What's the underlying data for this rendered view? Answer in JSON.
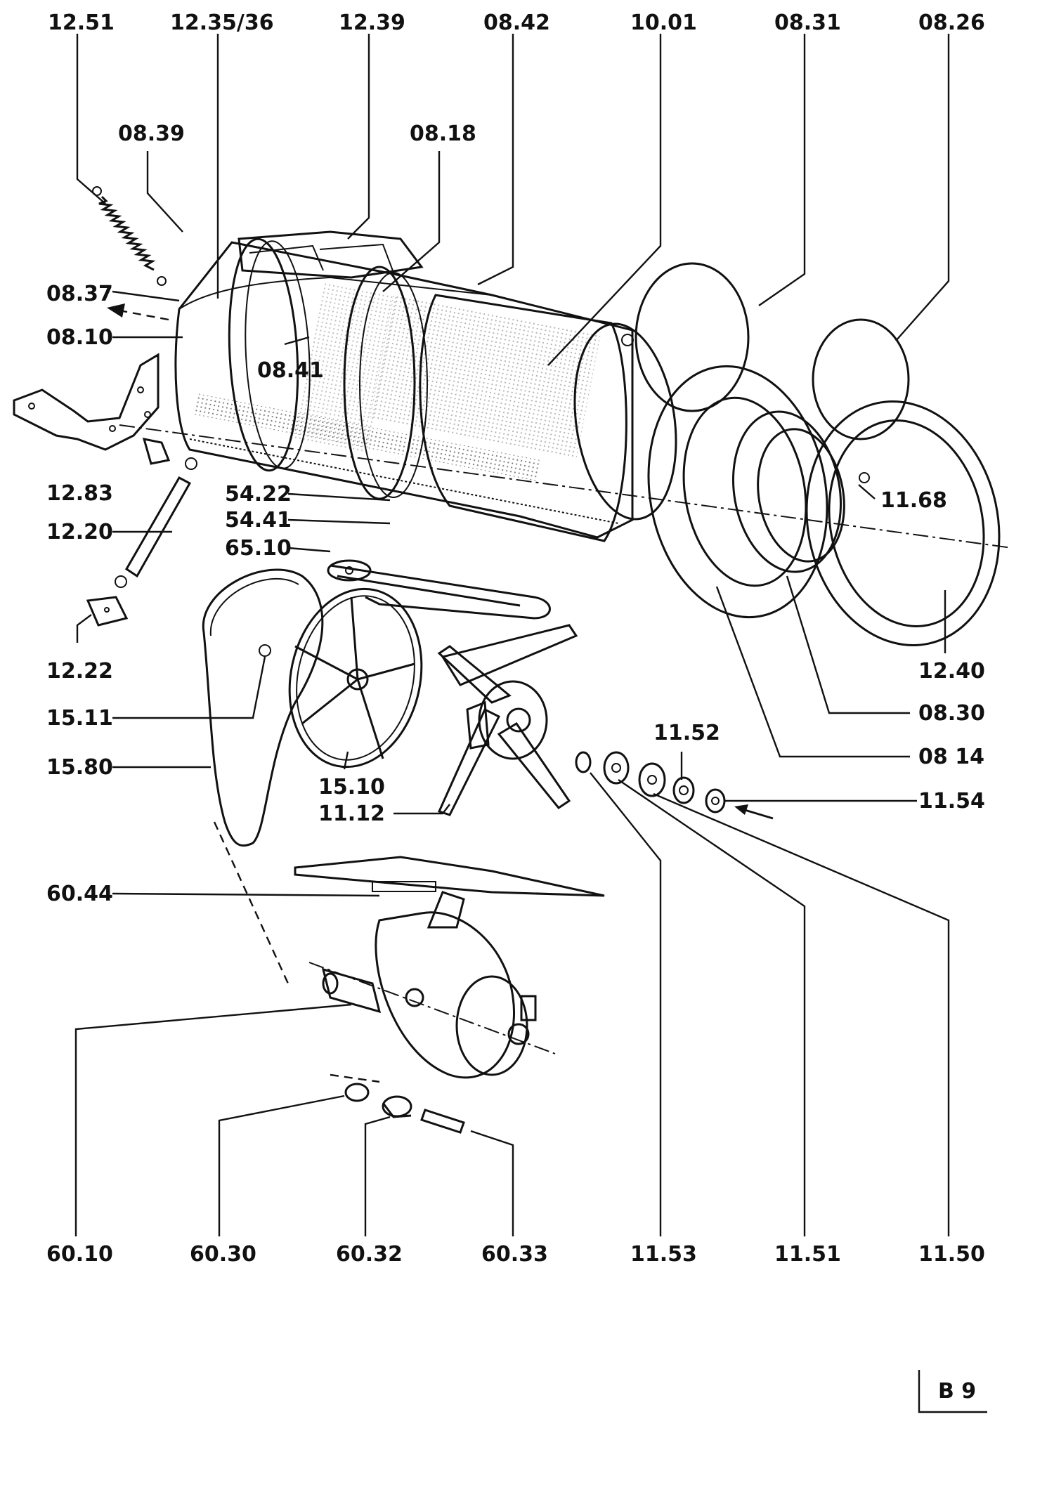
{
  "callouts": {
    "c1251": "12.51",
    "c123536": "12.35/36",
    "c1239": "12.39",
    "c0842": "08.42",
    "c1001": "10.01",
    "c0831": "08.31",
    "c0826": "08.26",
    "c0839": "08.39",
    "c0818": "08.18",
    "c0837": "08.37",
    "c0810": "08.10",
    "c0841": "08.41",
    "c1283": "12.83",
    "c5422": "54.22",
    "c5441": "54.41",
    "c1220": "12.20",
    "c6510": "65.10",
    "c1168": "11.68",
    "c1222": "12.22",
    "c1240": "12.40",
    "c1152": "11.52",
    "c1511": "15.11",
    "c0830": "08.30",
    "c1580": "15.80",
    "c0814": "08 14",
    "c1510": "15.10",
    "c1154": "11.54",
    "c1112": "11.12",
    "c6044": "60.44",
    "c6010": "60.10",
    "c6030": "60.30",
    "c6032": "60.32",
    "c6033": "60.33",
    "c1153": "11.53",
    "c1151": "11.51",
    "c1150": "11.50"
  },
  "page_label": "B 9"
}
